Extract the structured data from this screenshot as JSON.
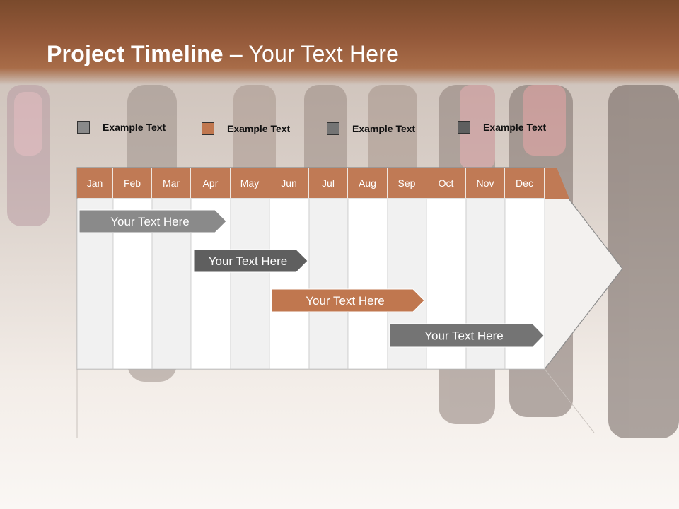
{
  "title": {
    "bold": "Project Timeline",
    "rest": " – Your Text Here"
  },
  "legend": [
    {
      "label": "Example Text",
      "color": "#8a8a8a"
    },
    {
      "label": "Example Text",
      "color": "#c0774f"
    },
    {
      "label": "Example Text",
      "color": "#747474"
    },
    {
      "label": "Example Text",
      "color": "#5f5f5f"
    }
  ],
  "months": [
    "Jan",
    "Feb",
    "Mar",
    "Apr",
    "May",
    "Jun",
    "Jul",
    "Aug",
    "Sep",
    "Oct",
    "Nov",
    "Dec"
  ],
  "tasks": [
    {
      "label": "Your  Text Here",
      "color": "#8a8a8a",
      "legend_index": 0
    },
    {
      "label": "Your  Text Here",
      "color": "#5f5f5f",
      "legend_index": 3
    },
    {
      "label": "Your  Text Here",
      "color": "#c0774f",
      "legend_index": 1
    },
    {
      "label": "Your  Text Here",
      "color": "#747474",
      "legend_index": 2
    }
  ],
  "colors": {
    "header_brown": "#94593a",
    "month_bar": "#c07a55"
  }
}
